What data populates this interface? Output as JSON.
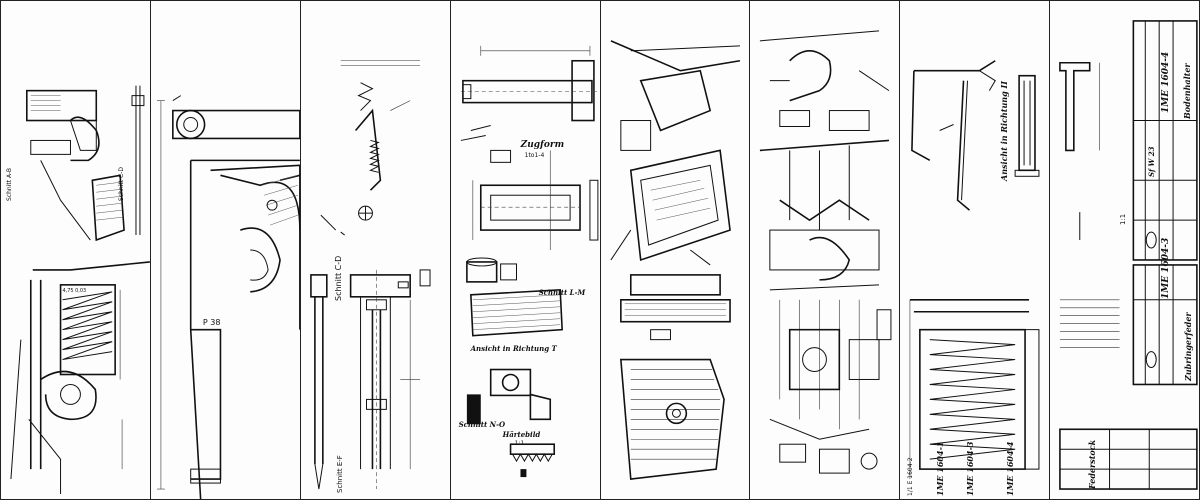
{
  "panels": [
    {
      "id": "sheet-1",
      "labels": {
        "section_a": "Schnitt A-B",
        "section_c": "Schnitt C-D"
      }
    },
    {
      "id": "sheet-2",
      "labels": {
        "model": "P 38"
      }
    },
    {
      "id": "sheet-3",
      "labels": {
        "section": "Schnitt C-D",
        "section2": "Schnitt E-F"
      }
    },
    {
      "id": "sheet-4",
      "labels": {
        "zugform": "Zugform",
        "zugform_sub": "1to1-4",
        "schnitt_lm": "Schnitt L-M",
        "ansicht": "Ansicht in Richtung T",
        "schnitt_no": "Schnitt N-O",
        "haertebild": "Härtebild",
        "scale": "1:1"
      }
    },
    {
      "id": "sheet-5",
      "labels": {}
    },
    {
      "id": "sheet-6",
      "labels": {}
    },
    {
      "id": "sheet-7",
      "labels": {
        "ansicht": "Ansicht in Richtung II",
        "part_1": "1ME 1604-1",
        "part_3": "1ME 1604-3",
        "part_4": "1ME 1604-4",
        "part_2": "1/1 E 1604-2"
      }
    },
    {
      "id": "sheet-8",
      "labels": {
        "title_top": "Bodenhalter",
        "num_top": "1ME 1604-4",
        "code_top": "Sf W 23",
        "title_mid": "Zubringerfeder",
        "num_mid": "1ME 1604-3",
        "title_bot": "Federstock",
        "scale": "1:1"
      }
    }
  ]
}
